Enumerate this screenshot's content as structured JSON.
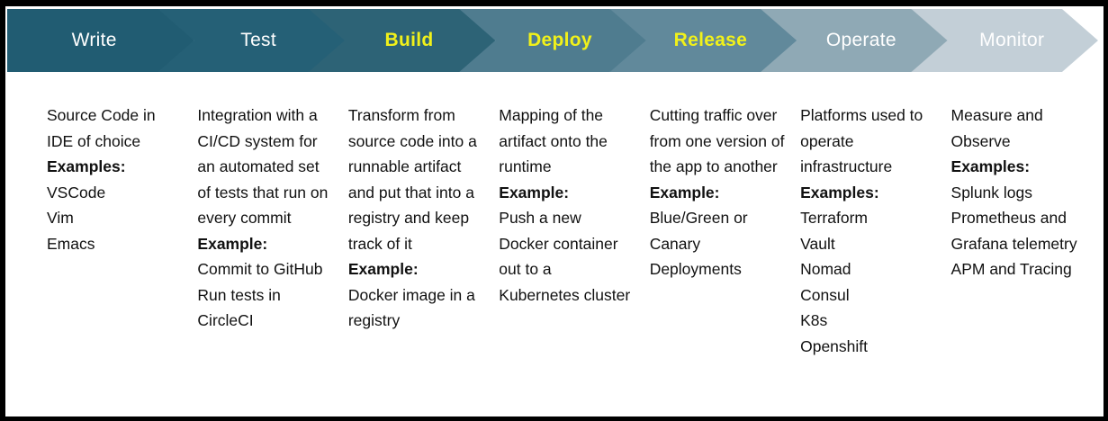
{
  "pipeline": {
    "stages": [
      {
        "label": "Write",
        "highlighted": false,
        "chevron_color": "#215C72",
        "description": "Source Code in IDE of choice",
        "examples_label": "Examples:",
        "examples": [
          "VSCode",
          "Vim",
          "Emacs"
        ]
      },
      {
        "label": "Test",
        "highlighted": false,
        "chevron_color": "#256076",
        "description": "Integration with a CI/CD system for an automated set of tests that run on every commit",
        "examples_label": "Example:",
        "examples": [
          "Commit to GitHub",
          "Run tests in CircleCI"
        ]
      },
      {
        "label": "Build",
        "highlighted": true,
        "chevron_color": "#2D6376",
        "description": "Transform from source code into a runnable artifact and put that into a registry and keep track of it",
        "examples_label": "Example:",
        "examples": [
          "Docker image in a registry"
        ]
      },
      {
        "label": "Deploy",
        "highlighted": true,
        "chevron_color": "#4F7C8F",
        "description": "Mapping of the artifact onto the runtime",
        "examples_label": "Example:",
        "examples": [
          "Push a new Docker container out to a Kubernetes cluster"
        ]
      },
      {
        "label": "Release",
        "highlighted": true,
        "chevron_color": "#61899B",
        "description": "Cutting traffic over from one version of the app to another",
        "examples_label": "Example:",
        "examples": [
          "Blue/Green or Canary Deployments"
        ]
      },
      {
        "label": "Operate",
        "highlighted": false,
        "chevron_color": "#8FA9B5",
        "description": "Platforms used to operate infrastructure",
        "examples_label": "Examples:",
        "examples": [
          "Terraform",
          "Vault",
          "Nomad",
          "Consul",
          "K8s",
          "Openshift"
        ]
      },
      {
        "label": "Monitor",
        "highlighted": false,
        "chevron_color": "#C3CFD7",
        "description": "Measure and Observe",
        "examples_label": "Examples:",
        "examples": [
          "Splunk logs",
          "Prometheus and Grafana telemetry",
          "APM and Tracing"
        ]
      }
    ]
  },
  "colors": {
    "frame_border": "#000000",
    "background": "#FFFFFF",
    "stage_label_default": "#FFFFFF",
    "stage_label_highlight": "#F1F11A",
    "body_text": "#111111"
  }
}
